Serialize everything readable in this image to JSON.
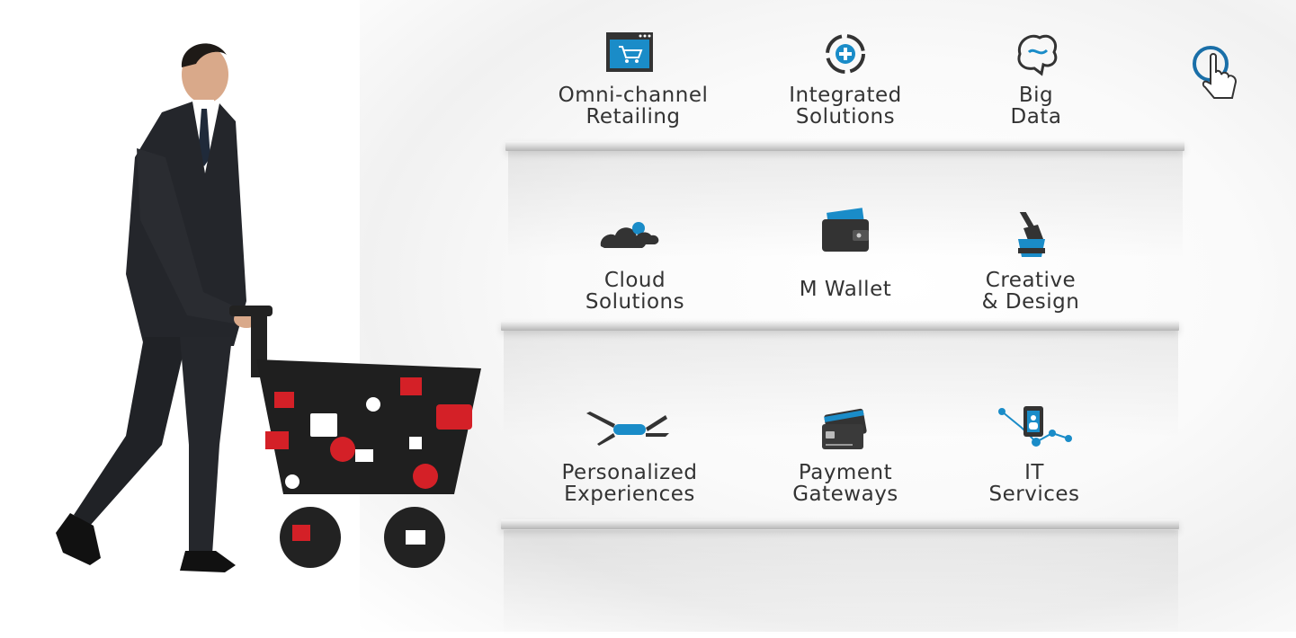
{
  "services": [
    {
      "label": "Omni-channel\nRetailing",
      "icon": "online-store-cart-icon"
    },
    {
      "label": "Integrated\nSolutions",
      "icon": "integration-cycle-icon"
    },
    {
      "label": "Big\nData",
      "icon": "brain-icon"
    },
    {
      "label": "Cloud\nSolutions",
      "icon": "cloud-icon"
    },
    {
      "label": "M Wallet",
      "icon": "wallet-icon"
    },
    {
      "label": "Creative\n& Design",
      "icon": "paintbrush-icon"
    },
    {
      "label": "Personalized\nExperiences",
      "icon": "multitool-icon"
    },
    {
      "label": "Payment\nGateways",
      "icon": "credit-cards-icon"
    },
    {
      "label": "IT\nServices",
      "icon": "network-device-icon"
    }
  ],
  "colors": {
    "accent": "#1a8cc8",
    "icon_dark": "#333333",
    "cart_red": "#d42027"
  }
}
